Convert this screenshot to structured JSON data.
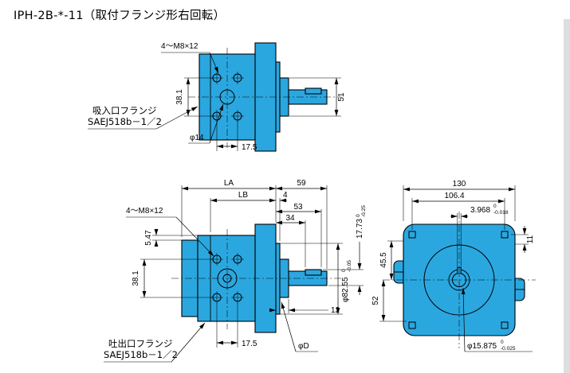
{
  "title": "IPH-2B-*-11（取付フランジ形右回転）",
  "colors": {
    "pump_body": "#2ba7e0",
    "outline": "#000000",
    "background": "#ffffff"
  },
  "views": {
    "top": {
      "bolt_pattern_label": "4～M8×12",
      "bolt_spacing_vertical": "38.1",
      "port_flange_label_line1": "吸入口フランジ",
      "port_flange_label_line2": "SAEJ518b－1／2",
      "port_diameter": "φ14",
      "bolt_spacing_horizontal": "17.5",
      "shaft_boss_height": "51"
    },
    "side": {
      "overall_length": "LA",
      "shaft_length": "59",
      "body_length": "LB",
      "pilot_length": "4",
      "key_end_length": "53",
      "key_start_length": "34",
      "key_height": {
        "value": "17.73",
        "tol_upper": "0",
        "tol_lower": "-0.25"
      },
      "bolt_pattern_label": "4～M8×12",
      "offset_dim": "5.47",
      "bolt_spacing_vertical": "38.1",
      "port_flange_label_line1": "吐出口フランジ",
      "port_flange_label_line2": "SAEJ518b－1／2",
      "bolt_spacing_horizontal": "17.5",
      "port_diameter": "φD",
      "pilot_diameter": {
        "value": "φ82.55",
        "tol_upper": "0",
        "tol_lower": "-0.05"
      },
      "boss_length": "12"
    },
    "front": {
      "overall_width": "130",
      "bolt_spacing": "106.4",
      "key_width": {
        "value": "3.968",
        "tol_upper": "0",
        "tol_lower": "-0.018"
      },
      "mount_upper": "45.5",
      "mount_lower": "52",
      "ear_offset": "11",
      "shaft_diameter": {
        "value": "φ15.875",
        "tol_upper": "0",
        "tol_lower": "-0.025"
      }
    }
  }
}
